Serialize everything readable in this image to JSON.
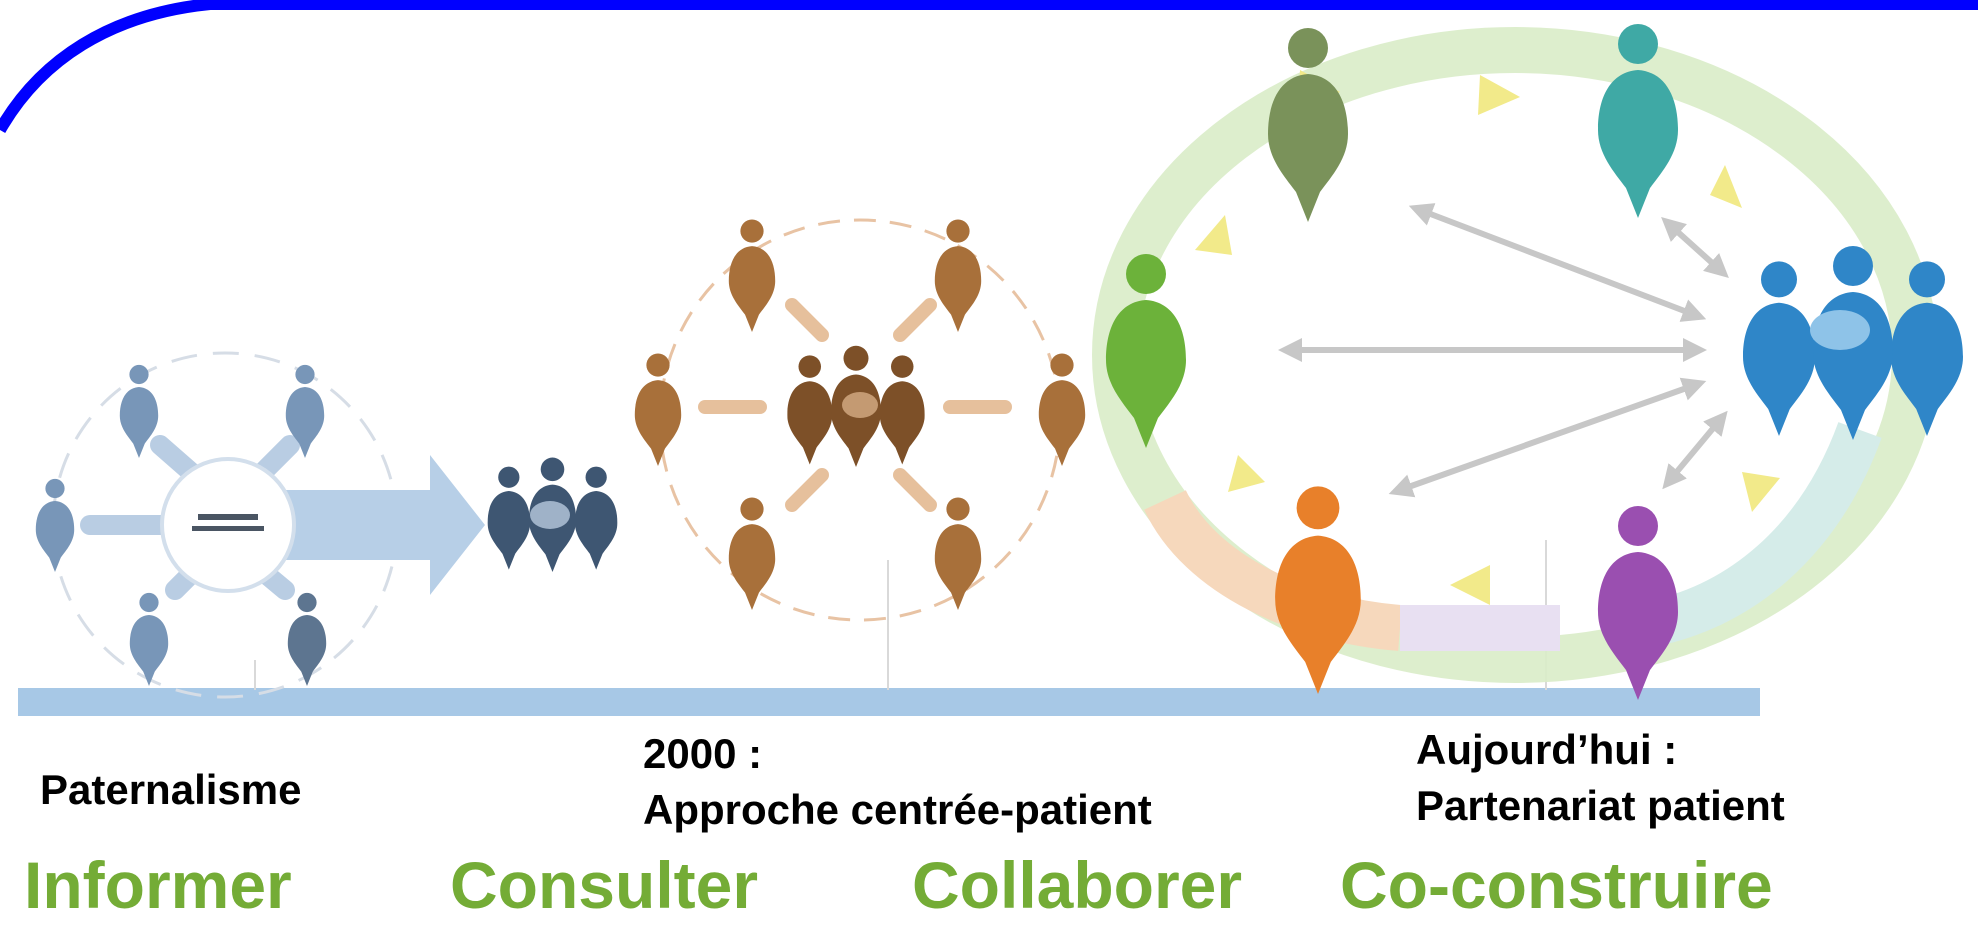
{
  "captions": {
    "paternalism": "Paternalisme",
    "patient_centered": {
      "line1": "2000 :",
      "line2": "Approche centrée-patient"
    },
    "partnership": {
      "line1": "Aujourd’hui :",
      "line2": "Partenariat patient"
    }
  },
  "stages": [
    "Informer",
    "Consulter",
    "Collaborer",
    "Co-construire"
  ],
  "colors": {
    "accent_border": "#0000ff",
    "stage_word": "#74ac36",
    "timeline_bar": "#a7c8e6",
    "stage1_figures": "#7896b8",
    "stage1_team": "#3e5672",
    "stage2_figures": "#a8703a",
    "stage3_team": "#2f86c8",
    "stage3_purple": "#9a4fb0",
    "stage3_orange": "#e8802a",
    "stage3_green": "#6cb23a",
    "stage3_olive": "#7a925a",
    "stage3_teal": "#3fa9a5"
  }
}
